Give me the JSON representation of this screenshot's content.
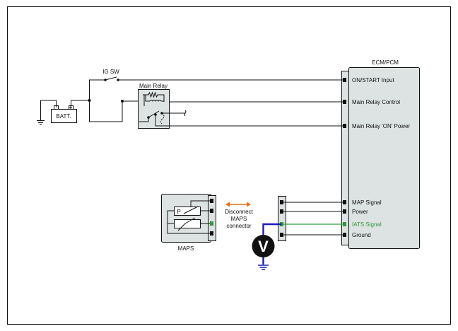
{
  "diagram": {
    "ecm_title": "ECM/PCM",
    "ecm_pins": [
      "ON/START Input",
      "Main Relay Control",
      "Main Relay 'ON' Power",
      "MAP Signal",
      "Power",
      "IATS Signal",
      "Ground"
    ],
    "ig_sw": "IG SW",
    "main_relay": "Main Relay",
    "battery": "BATT.",
    "maps": "MAPS",
    "maps_p": "P",
    "voltmeter": "V",
    "instruction_line1": "Disconnect",
    "instruction_line2": "MAPS",
    "instruction_line3": "connector"
  },
  "colors": {
    "highlight_green": "#2e9b3a",
    "probe_blue": "#1c1cb4",
    "arrow_orange": "#e8701a",
    "box_fill": "#dde3e2"
  },
  "icons": [
    "ground-icon",
    "voltmeter-icon",
    "double-arrow-icon"
  ]
}
